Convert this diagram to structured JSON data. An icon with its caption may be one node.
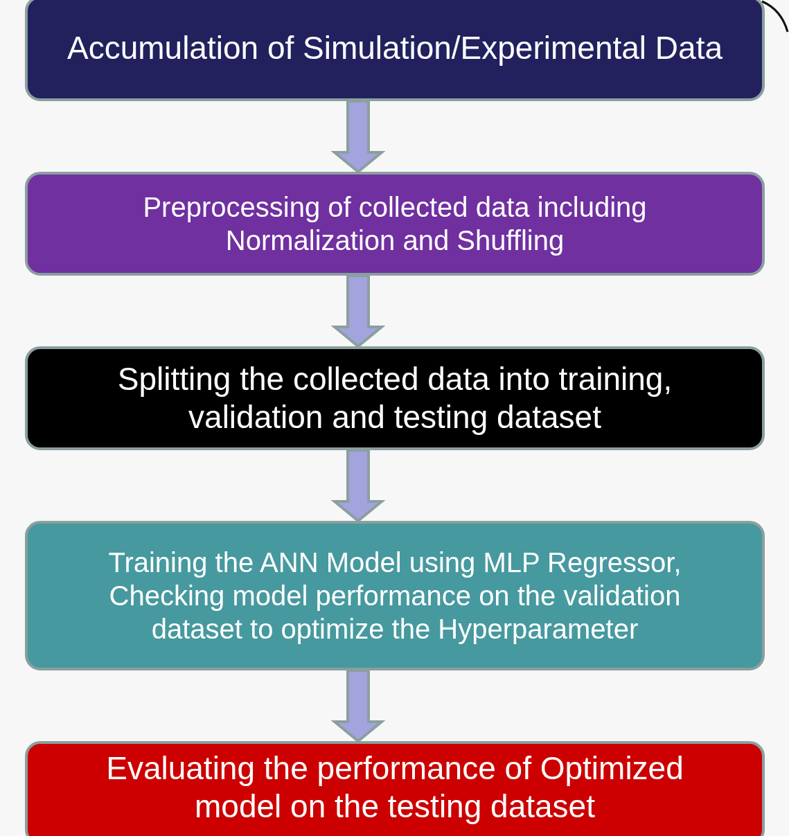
{
  "diagram": {
    "nodes": [
      {
        "text": [
          "Accumulation of Simulation/Experimental Data"
        ]
      },
      {
        "text": [
          "Preprocessing of collected data including Normalization and Shuffling"
        ]
      },
      {
        "text": [
          "Splitting the collected data into training, validation and testing dataset"
        ]
      },
      {
        "text": [
          "Training the ANN Model using MLP Regressor, Checking model performance on the validation dataset to optimize the Hyperparameter"
        ]
      },
      {
        "text": [
          "Evaluating the performance of Optimized model on the testing dataset"
        ]
      }
    ],
    "edges": [
      {
        "from": 0,
        "to": 1,
        "arrow": "to"
      },
      {
        "from": 1,
        "to": 2,
        "arrow": "to"
      },
      {
        "from": 2,
        "to": 3,
        "arrow": "to"
      },
      {
        "from": 3,
        "to": 4,
        "arrow": "to"
      }
    ]
  }
}
